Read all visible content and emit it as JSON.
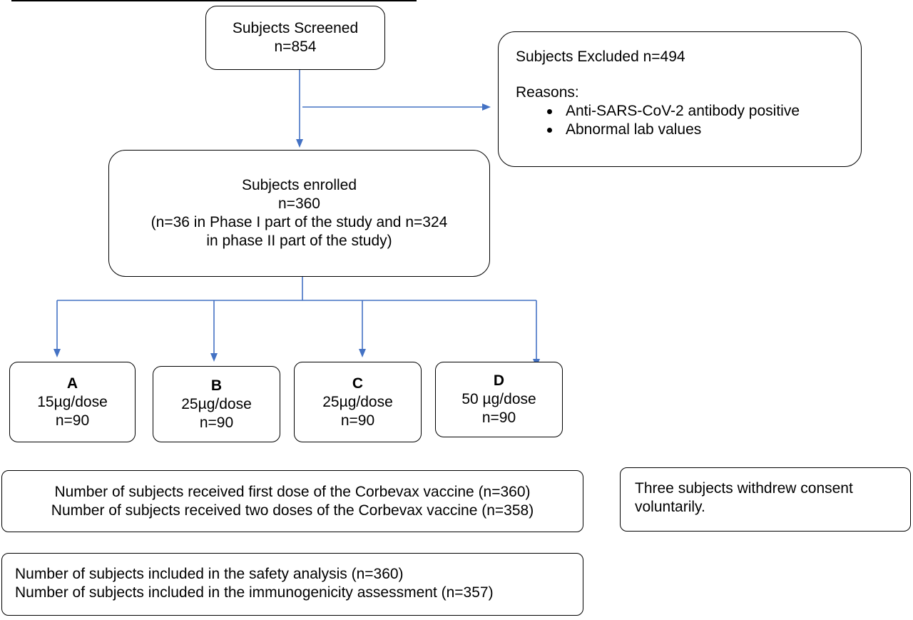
{
  "flow": {
    "screened": {
      "title": "Subjects Screened",
      "count": "n=854"
    },
    "excluded": {
      "title": "Subjects Excluded n=494",
      "reasons_label": "Reasons:",
      "reasons": [
        "Anti-SARS-CoV-2 antibody positive",
        "Abnormal lab values"
      ]
    },
    "enrolled": {
      "title": "Subjects enrolled",
      "count": "n=360",
      "detail_line1": "(n=36 in Phase I part of the study and n=324",
      "detail_line2": "in phase II part of the study)"
    },
    "arms": [
      {
        "label": "A",
        "dose": "15µg/dose",
        "count": "n=90"
      },
      {
        "label": "B",
        "dose": "25µg/dose",
        "count": "n=90"
      },
      {
        "label": "C",
        "dose": "25µg/dose",
        "count": "n=90"
      },
      {
        "label": "D",
        "dose": "50 µg/dose",
        "count": "n=90"
      }
    ],
    "doses": {
      "line1": "Number of subjects received first dose of the Corbevax vaccine (n=360)",
      "line2": "Number of subjects received two doses of the Corbevax vaccine (n=358)"
    },
    "withdrew": {
      "line1": "Three subjects withdrew consent",
      "line2": "voluntarily."
    },
    "analysis": {
      "line1": "Number of subjects included in the safety analysis (n=360)",
      "line2": "Number of subjects included in the immunogenicity assessment (n=357)"
    }
  },
  "colors": {
    "connector": "#4472C4",
    "box_border": "#000000",
    "text": "#000000"
  }
}
